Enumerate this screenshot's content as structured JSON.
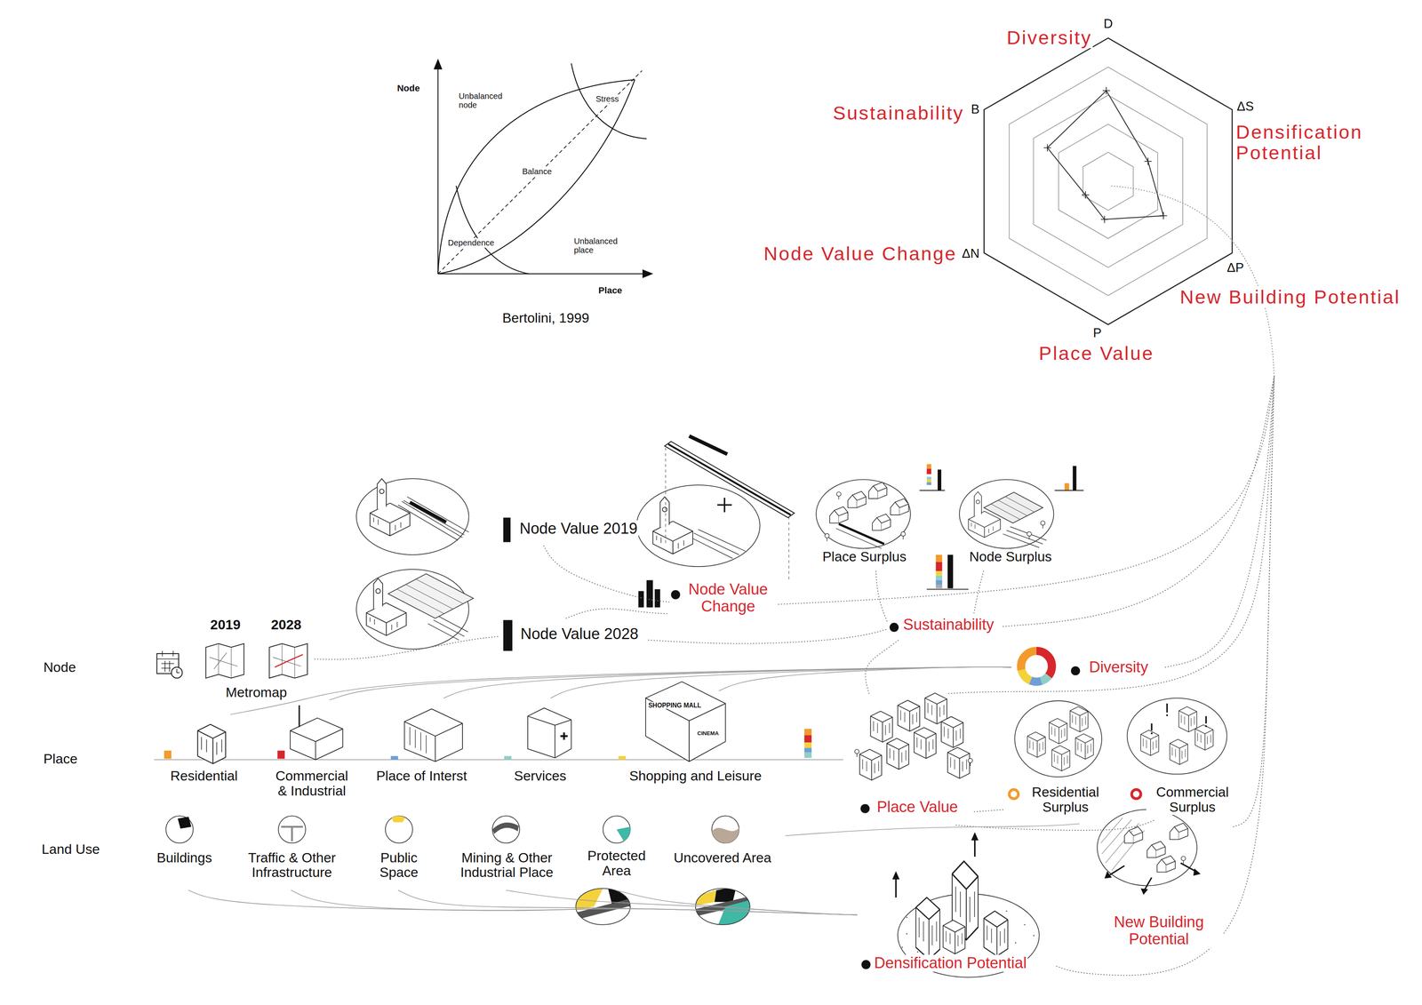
{
  "diagram": {
    "nodes": [
      {
        "text": [
          "Diversity",
          "D",
          "Sustainability",
          "B",
          "ΔS",
          "Densification Potential",
          "Node Value Change",
          "ΔN",
          "ΔP",
          "New Building Potential",
          "P",
          "Place Value"
        ]
      },
      {
        "text": [
          "Node Value 2019"
        ]
      },
      {
        "text": [
          "Node Value 2028"
        ]
      },
      {
        "text": [
          "Node Value Change"
        ]
      },
      {
        "text": [
          "Place Surplus"
        ]
      },
      {
        "text": [
          "Node Surplus"
        ]
      },
      {
        "text": [
          "Sustainability"
        ]
      },
      {
        "text": [
          "2019",
          "2028",
          "Metromap"
        ]
      },
      {
        "text": [
          "Diversity"
        ]
      },
      {
        "text": [
          "Residential"
        ]
      },
      {
        "text": [
          "Commercial & Industrial"
        ]
      },
      {
        "text": [
          "Place of Interst"
        ]
      },
      {
        "text": [
          "Services"
        ]
      },
      {
        "text": [
          "Shopping and Leisure"
        ]
      },
      {
        "text": [
          "Place Value"
        ]
      },
      {
        "text": [
          "Residential Surplus"
        ]
      },
      {
        "text": [
          "Commercial Surplus"
        ]
      },
      {
        "text": [
          "Buildings"
        ]
      },
      {
        "text": [
          "Traffic & Other Infrastructure"
        ]
      },
      {
        "text": [
          "Public Space"
        ]
      },
      {
        "text": [
          "Mining & Other Industrial Place"
        ]
      },
      {
        "text": [
          "Protected Area"
        ]
      },
      {
        "text": [
          "Uncovered Area"
        ]
      },
      {
        "text": [
          "New Building Potential"
        ]
      },
      {
        "text": [
          "Densification Potential"
        ]
      }
    ],
    "edges": [
      {
        "from": 1,
        "to": 3,
        "arrow": "none"
      },
      {
        "from": 2,
        "to": 3,
        "arrow": "none"
      },
      {
        "from": 2,
        "to": 6,
        "arrow": "none"
      },
      {
        "from": 7,
        "to": 2,
        "arrow": "none"
      },
      {
        "from": 3,
        "to": 0,
        "arrow": "none"
      },
      {
        "from": 6,
        "to": 0,
        "arrow": "none"
      },
      {
        "from": 8,
        "to": 0,
        "arrow": "none"
      },
      {
        "from": 14,
        "to": 0,
        "arrow": "none"
      },
      {
        "from": 23,
        "to": 0,
        "arrow": "none"
      },
      {
        "from": 24,
        "to": 0,
        "arrow": "none"
      },
      {
        "from": 4,
        "to": 6,
        "arrow": "none"
      },
      {
        "from": 5,
        "to": 6,
        "arrow": "none"
      },
      {
        "from": 9,
        "to": 8,
        "arrow": "none"
      },
      {
        "from": 10,
        "to": 8,
        "arrow": "none"
      },
      {
        "from": 11,
        "to": 8,
        "arrow": "none"
      },
      {
        "from": 12,
        "to": 8,
        "arrow": "none"
      },
      {
        "from": 13,
        "to": 8,
        "arrow": "none"
      },
      {
        "from": 15,
        "to": 14,
        "arrow": "none"
      },
      {
        "from": 16,
        "to": 14,
        "arrow": "none"
      },
      {
        "from": 14,
        "to": 6,
        "arrow": "none"
      },
      {
        "from": 17,
        "to": 24,
        "arrow": "none"
      },
      {
        "from": 18,
        "to": 24,
        "arrow": "none"
      },
      {
        "from": 19,
        "to": 24,
        "arrow": "none"
      },
      {
        "from": 20,
        "to": 24,
        "arrow": "none"
      },
      {
        "from": 21,
        "to": 24,
        "arrow": "none"
      },
      {
        "from": 22,
        "to": 23,
        "arrow": "none"
      }
    ],
    "labels": [
      "Node",
      "Unbalanced node",
      "Stress",
      "Balance",
      "Dependence",
      "Unbalanced place",
      "Place",
      "Bertolini, 1999",
      "Node",
      "Place",
      "Land Use",
      "SHOPPING MALL",
      "CINEMA"
    ]
  }
}
